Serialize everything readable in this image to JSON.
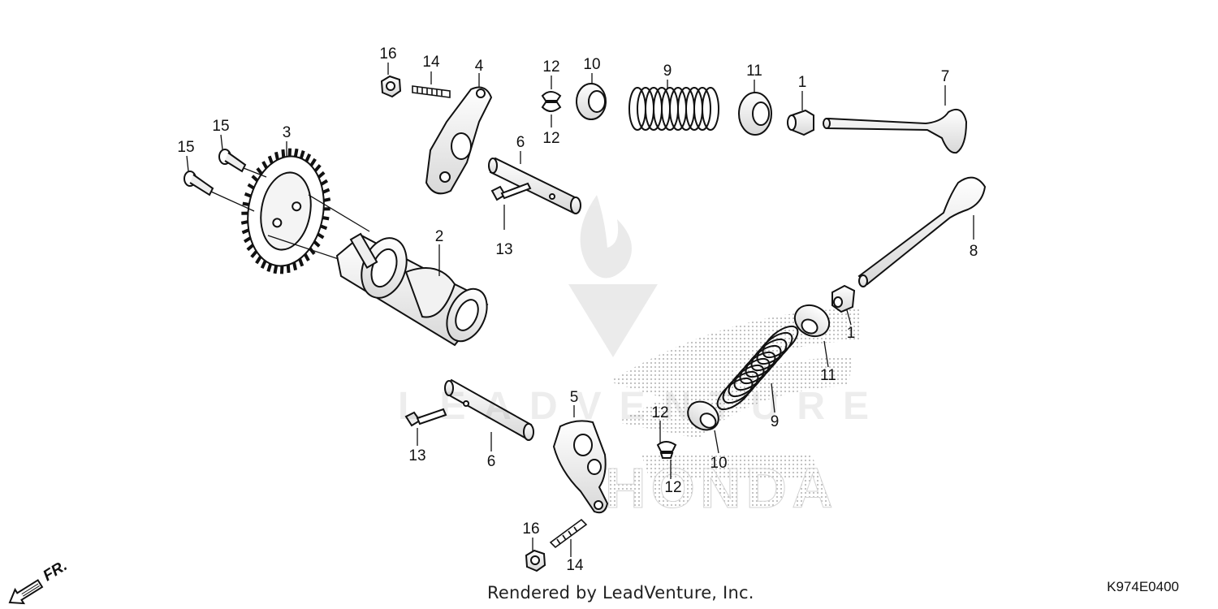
{
  "footer": {
    "credit": "Rendered by LeadVenture, Inc.",
    "diagram_code": "K974E0400"
  },
  "watermark": {
    "brand": "HONDA",
    "vendor": "LEADVENTURE"
  },
  "direction_indicator": {
    "label": "FR.",
    "icon": "front-arrow-icon"
  },
  "callouts": [
    {
      "id": "16a",
      "text": "16"
    },
    {
      "id": "14a",
      "text": "14"
    },
    {
      "id": "4",
      "text": "4"
    },
    {
      "id": "12a",
      "text": "12"
    },
    {
      "id": "12b",
      "text": "12"
    },
    {
      "id": "10a",
      "text": "10"
    },
    {
      "id": "9a",
      "text": "9"
    },
    {
      "id": "11a",
      "text": "11"
    },
    {
      "id": "1a",
      "text": "1"
    },
    {
      "id": "7",
      "text": "7"
    },
    {
      "id": "15a",
      "text": "15"
    },
    {
      "id": "15b",
      "text": "15"
    },
    {
      "id": "3",
      "text": "3"
    },
    {
      "id": "6a",
      "text": "6"
    },
    {
      "id": "13a",
      "text": "13"
    },
    {
      "id": "2",
      "text": "2"
    },
    {
      "id": "8",
      "text": "8"
    },
    {
      "id": "1b",
      "text": "1"
    },
    {
      "id": "11b",
      "text": "11"
    },
    {
      "id": "9b",
      "text": "9"
    },
    {
      "id": "5",
      "text": "5"
    },
    {
      "id": "12c",
      "text": "12"
    },
    {
      "id": "12d",
      "text": "12"
    },
    {
      "id": "10b",
      "text": "10"
    },
    {
      "id": "13b",
      "text": "13"
    },
    {
      "id": "6b",
      "text": "6"
    },
    {
      "id": "16b",
      "text": "16"
    },
    {
      "id": "14b",
      "text": "14"
    }
  ]
}
